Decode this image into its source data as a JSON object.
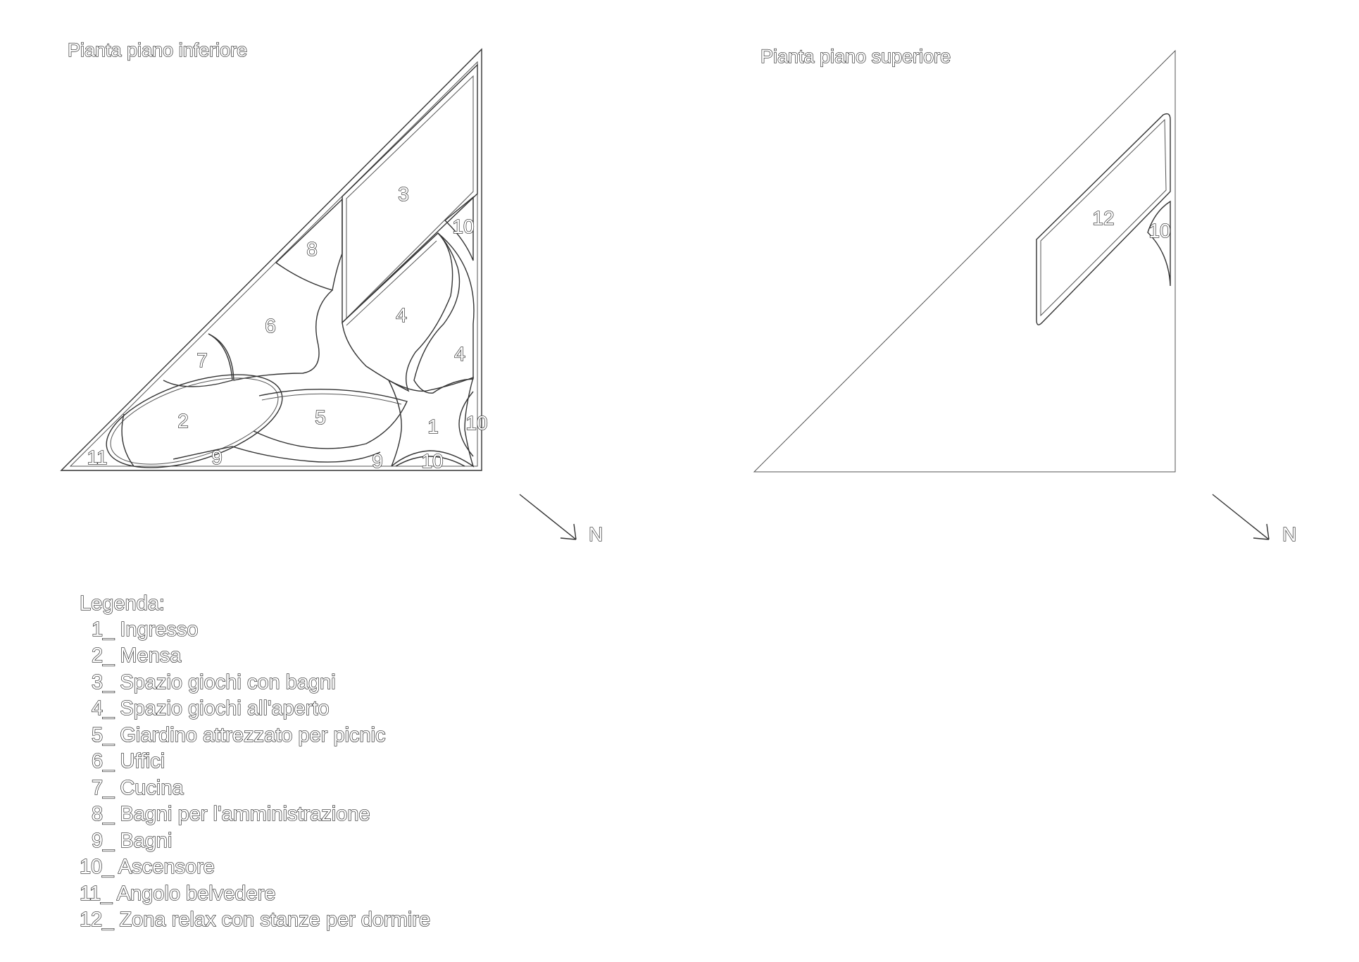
{
  "plans": {
    "lower": {
      "title": "Pianta piano inferiore",
      "north": "N",
      "rooms": {
        "r1": "1",
        "r2": "2",
        "r3": "3",
        "r4a": "4",
        "r4b": "4",
        "r5": "5",
        "r6": "6",
        "r7": "7",
        "r8": "8",
        "r9a": "9",
        "r9b": "9",
        "r10a": "10",
        "r10b": "10",
        "r10c": "10",
        "r11": "11"
      }
    },
    "upper": {
      "title": "Pianta piano superiore",
      "north": "N",
      "rooms": {
        "r12": "12",
        "r10": "10"
      }
    }
  },
  "legend": {
    "title": "Legenda:",
    "items": [
      "1_ Ingresso",
      "2_ Mensa",
      "3_ Spazio giochi con bagni",
      "4_ Spazio giochi all'aperto",
      "5_ Giardino attrezzato per picnic",
      "6_ Uffici",
      "7_ Cucina",
      "8_ Bagni per l'amministrazione",
      "9_ Bagni",
      "10_ Ascensore",
      "11_ Angolo belvedere",
      "12_ Zona relax con stanze per dormire"
    ]
  },
  "colors": {
    "line": "#333333",
    "text_stroke": "#222222",
    "background": "#ffffff"
  }
}
